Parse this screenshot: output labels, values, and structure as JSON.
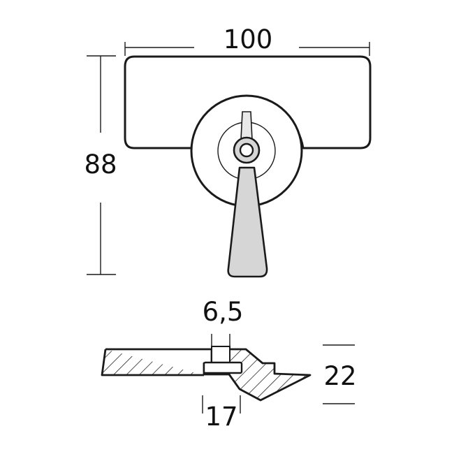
{
  "dimensions": {
    "top_width": "100",
    "top_height": "88",
    "hole_diameter": "6,5",
    "boss_width": "17",
    "side_height": "22"
  },
  "colors": {
    "line": "#1a1a1a",
    "fill": "#d6d6d6",
    "background": "#ffffff"
  }
}
